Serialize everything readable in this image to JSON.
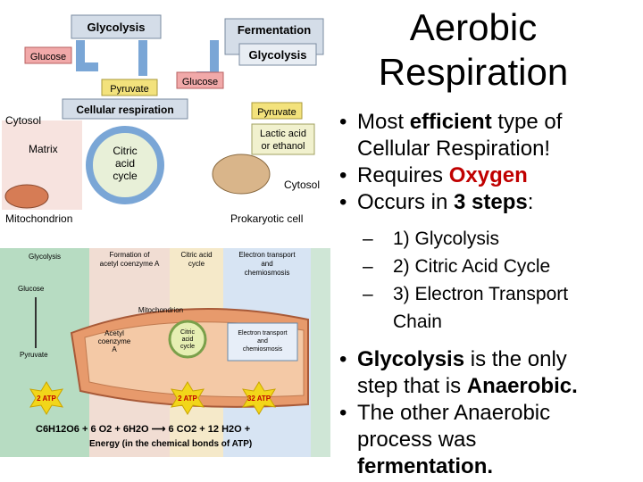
{
  "title": {
    "line1": "Aerobic",
    "line2": "Respiration"
  },
  "bullets": {
    "b1": {
      "bold": "efficient",
      "pre": "Most ",
      "post": " type of",
      "line2": "Cellular Respiration!"
    },
    "b2": {
      "pre": "Requires ",
      "red": "Oxygen"
    },
    "b3": {
      "pre": "Occurs in ",
      "bold": "3 steps",
      "post": ":"
    },
    "steps": [
      "1) Glycolysis",
      "2) Citric Acid Cycle",
      "3) Electron Transport",
      "Chain"
    ],
    "b4": {
      "bold": "Glycolysis",
      "post": " is the only",
      "line2": "step that is ",
      "bold2": "Anaerobic."
    },
    "b5": {
      "line1": "The other Anaerobic",
      "line2": "process was",
      "bold": "fermentation."
    }
  },
  "diagram_top": {
    "glycolysis": "Glycolysis",
    "fermentation": "Fermentation",
    "glycolysis2": "Glycolysis",
    "glucose": "Glucose",
    "glucose2": "Glucose",
    "pyruvate": "Pyruvate",
    "pyruvate2": "Pyruvate",
    "cellular_respiration": "Cellular respiration",
    "cytosol": "Cytosol",
    "cytosol2": "Cytosol",
    "matrix": "Matrix",
    "citric1": "Citric",
    "citric2": "acid",
    "citric3": "cycle",
    "lactic1": "Lactic acid",
    "lactic2": "or ethanol",
    "mitochondrion": "Mitochondrion",
    "prokaryotic": "Prokaryotic cell"
  },
  "diagram_bottom": {
    "col_glycolysis": "Glycolysis",
    "col_formation": [
      "Formation of",
      "acetyl coenzyme A"
    ],
    "col_citric": [
      "Citric acid",
      "cycle"
    ],
    "col_etc": [
      "Electron transport",
      "and",
      "chemiosmosis"
    ],
    "glucose": "Glucose",
    "pyruvate": "Pyruvate",
    "mitochondrion": "Mitochondrion",
    "acetyl": [
      "Acetyl",
      "coenzyme",
      "A"
    ],
    "citric": [
      "Citric",
      "acid",
      "cycle"
    ],
    "etc": [
      "Electron transport",
      "and",
      "chemiosmosis"
    ],
    "atp1": "2 ATP",
    "atp2": "2 ATP",
    "atp3": "32 ATP",
    "equation": "C6H12O6 + 6 O2 + 6H2O ⟶ 6 CO2 + 12 H2O +",
    "energy": "Energy (in the chemical bonds of ATP)"
  }
}
